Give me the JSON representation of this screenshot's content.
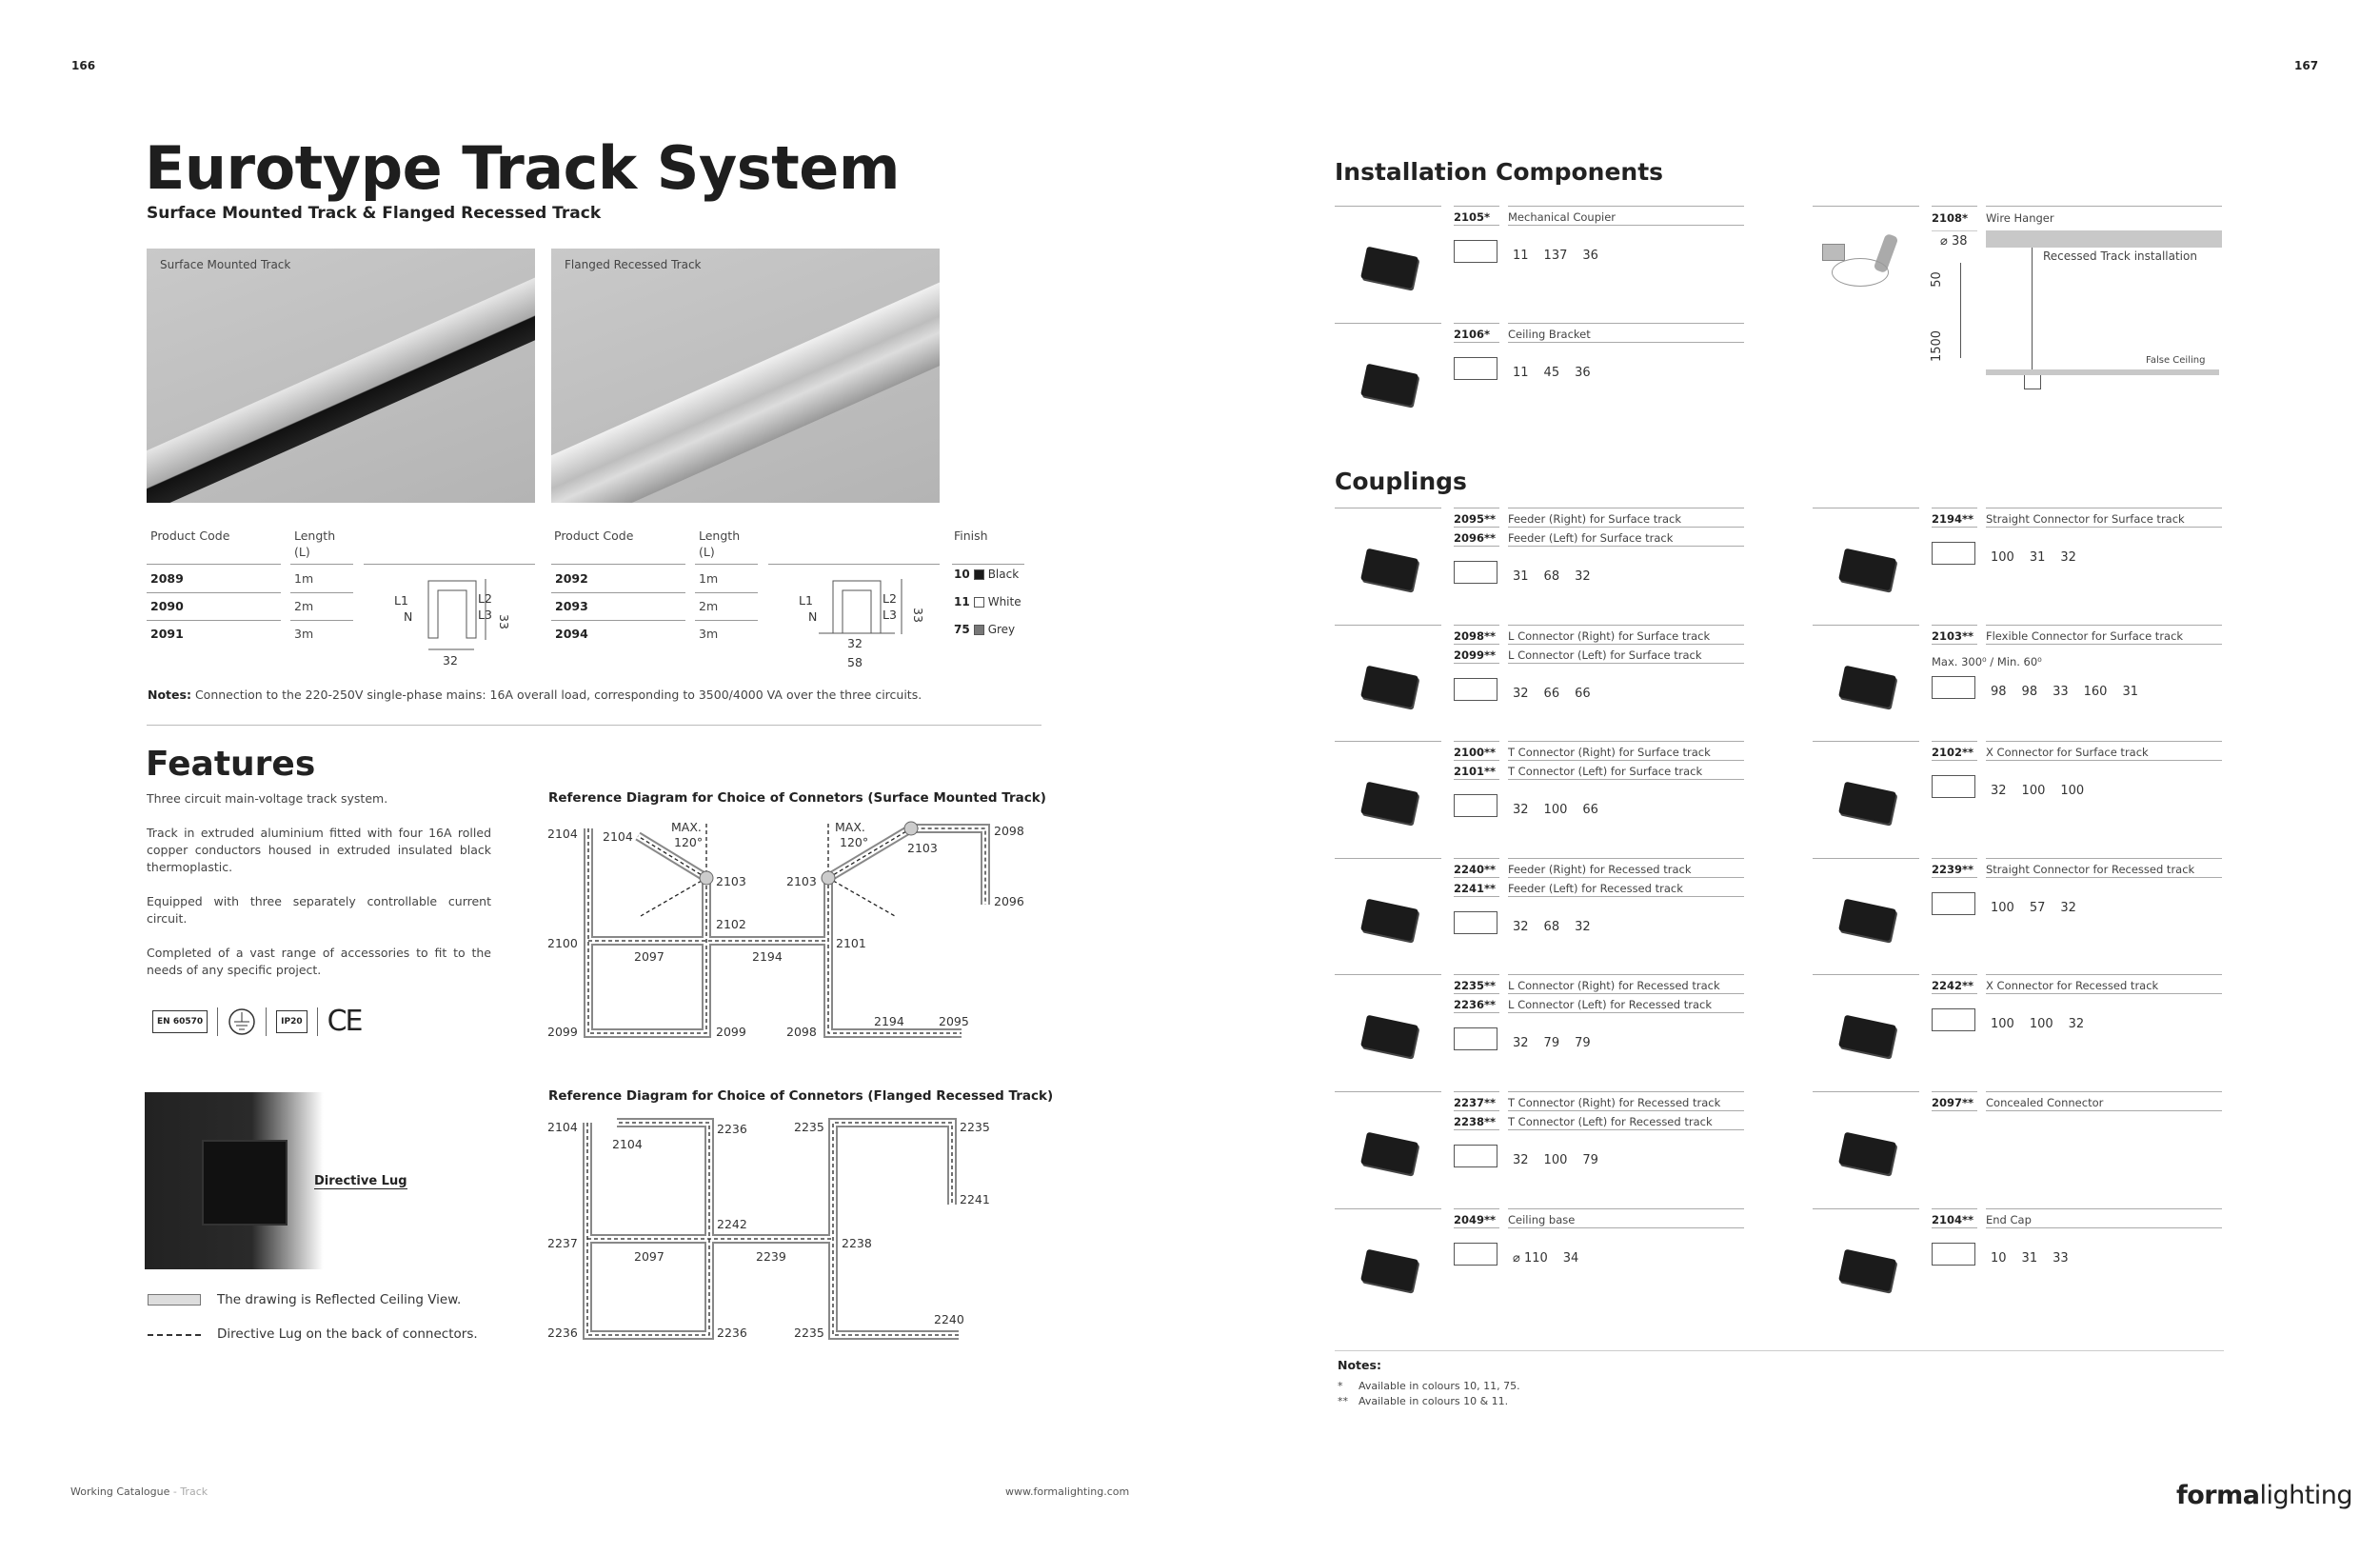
{
  "page_left": "166",
  "page_right": "167",
  "title": "Eurotype Track System",
  "subtitle": "Surface Mounted Track & Flanged Recessed Track",
  "photos": {
    "surface": "Surface Mounted Track",
    "flanged": "Flanged Recessed Track"
  },
  "table": {
    "h_code": "Product Code",
    "h_length": "Length",
    "h_length2": "(L)",
    "h_finish": "Finish",
    "surface": [
      {
        "code": "2089",
        "len": "1m"
      },
      {
        "code": "2090",
        "len": "2m"
      },
      {
        "code": "2091",
        "len": "3m"
      }
    ],
    "flanged": [
      {
        "code": "2092",
        "len": "1m"
      },
      {
        "code": "2093",
        "len": "2m"
      },
      {
        "code": "2094",
        "len": "3m"
      }
    ],
    "finishes": [
      {
        "code": "10",
        "name": "Black",
        "color": "#1a1a1a"
      },
      {
        "code": "11",
        "name": "White",
        "color": "#ffffff"
      },
      {
        "code": "75",
        "name": "Grey",
        "color": "#777777"
      }
    ],
    "profile1": {
      "l1": "L1",
      "n": "N",
      "l2": "L2",
      "l3": "L3",
      "h": "33",
      "w": "32"
    },
    "profile2": {
      "l1": "L1",
      "n": "N",
      "l2": "L2",
      "l3": "L3",
      "h": "33",
      "w": "32",
      "w2": "58"
    }
  },
  "notes": {
    "label": "Notes:",
    "text": "Connection to the 220-250V single-phase mains: 16A overall load, corresponding to 3500/4000 VA over the three circuits."
  },
  "features": {
    "heading": "Features",
    "paras": [
      "Three circuit main-voltage track system.",
      "Track in extruded aluminium fitted with four 16A rolled copper conductors housed in extruded insulated black thermoplastic.",
      "Equipped with three separately controllable current circuit.",
      "Completed of a vast range of accessories to fit to the needs of any specific project."
    ],
    "certs": [
      "EN 60570",
      "IP20",
      "CE"
    ]
  },
  "diagram1": {
    "title": "Reference Diagram for Choice of Connetors  (Surface Mounted Track)",
    "labels": [
      "2104",
      "2104",
      "MAX.",
      "120°",
      "2103",
      "2103",
      "MAX.",
      "120°",
      "2098",
      "2103",
      "2096",
      "2102",
      "2100",
      "2097",
      "2194",
      "2101",
      "2099",
      "2099",
      "2098",
      "2194",
      "2095"
    ]
  },
  "diagram2": {
    "title": "Reference Diagram for Choice of Connetors  (Flanged Recessed Track)",
    "labels": [
      "2104",
      "2104",
      "2236",
      "2235",
      "2235",
      "2241",
      "2242",
      "2237",
      "2097",
      "2239",
      "2238",
      "2236",
      "2236",
      "2235",
      "2240"
    ]
  },
  "lug": {
    "label": "Directive Lug"
  },
  "legend": {
    "ceiling": "The drawing is Reflected Ceiling View.",
    "lug": "Directive Lug on the back of connectors."
  },
  "footer": {
    "left": "Working Catalogue",
    "sep": " - ",
    "section": "Track",
    "url": "www.formalighting.com",
    "logo_a": "forma",
    "logo_b": "lighting"
  },
  "installation": {
    "heading": "Installation Components",
    "left": [
      {
        "codes": [
          "2105*"
        ],
        "names": [
          "Mechanical Coupier"
        ],
        "dims": [
          "11",
          "137",
          "36"
        ]
      },
      {
        "codes": [
          "2106*"
        ],
        "names": [
          "Ceiling Bracket"
        ],
        "dims": [
          "11",
          "45",
          "36"
        ]
      }
    ],
    "wire": {
      "code": "2108*",
      "name": "Wire Hanger",
      "dims": [
        "⌀ 38",
        "50",
        "1500"
      ],
      "recessed": "Recessed Track installation",
      "false_ceiling": "False Ceiling"
    }
  },
  "couplings": {
    "heading": "Couplings",
    "left": [
      {
        "codes": [
          "2095**",
          "2096**"
        ],
        "names": [
          "Feeder (Right) for Surface track",
          "Feeder (Left) for Surface track"
        ],
        "dims": [
          "31",
          "68",
          "32"
        ]
      },
      {
        "codes": [
          "2098**",
          "2099**"
        ],
        "names": [
          "L Connector (Right) for Surface track",
          "L Connector (Left) for Surface track"
        ],
        "dims": [
          "32",
          "66",
          "66"
        ]
      },
      {
        "codes": [
          "2100**",
          "2101**"
        ],
        "names": [
          "T Connector (Right) for Surface track",
          "T Connector (Left) for Surface track"
        ],
        "dims": [
          "32",
          "100",
          "66"
        ]
      },
      {
        "codes": [
          "2240**",
          "2241**"
        ],
        "names": [
          "Feeder (Right) for Recessed track",
          "Feeder (Left) for Recessed track"
        ],
        "dims": [
          "32",
          "68",
          "32"
        ]
      },
      {
        "codes": [
          "2235**",
          "2236**"
        ],
        "names": [
          "L Connector (Right) for Recessed track",
          "L Connector (Left) for Recessed track"
        ],
        "dims": [
          "32",
          "79",
          "79"
        ]
      },
      {
        "codes": [
          "2237**",
          "2238**"
        ],
        "names": [
          "T Connector (Right) for Recessed track",
          "T Connector (Left) for Recessed track"
        ],
        "dims": [
          "32",
          "100",
          "79"
        ]
      },
      {
        "codes": [
          "2049**"
        ],
        "names": [
          "Ceiling base"
        ],
        "dims": [
          "⌀ 110",
          "34"
        ]
      }
    ],
    "right": [
      {
        "codes": [
          "2194**"
        ],
        "names": [
          "Straight Connector for Surface track"
        ],
        "dims": [
          "100",
          "31",
          "32"
        ]
      },
      {
        "codes": [
          "2103**"
        ],
        "names": [
          "Flexible Connector for Surface track"
        ],
        "extra": "Max. 300⁰ / Min. 60⁰",
        "dims": [
          "98",
          "98",
          "33",
          "160",
          "31"
        ]
      },
      {
        "codes": [
          "2102**"
        ],
        "names": [
          "X Connector for Surface track"
        ],
        "dims": [
          "32",
          "100",
          "100"
        ]
      },
      {
        "codes": [
          "2239**"
        ],
        "names": [
          "Straight Connector for Recessed track"
        ],
        "dims": [
          "100",
          "57",
          "32"
        ]
      },
      {
        "codes": [
          "2242**"
        ],
        "names": [
          "X Connector for Recessed track"
        ],
        "dims": [
          "100",
          "100",
          "32"
        ]
      },
      {
        "codes": [
          "2097**"
        ],
        "names": [
          "Concealed Connector"
        ],
        "dims": []
      },
      {
        "codes": [
          "2104**"
        ],
        "names": [
          "End Cap"
        ],
        "dims": [
          "10",
          "31",
          "33"
        ]
      }
    ]
  },
  "footnotes": {
    "label": "Notes:",
    "items": [
      {
        "mark": "*",
        "text": "Available in colours 10, 11, 75."
      },
      {
        "mark": "**",
        "text": "Available in colours 10 & 11."
      }
    ]
  }
}
